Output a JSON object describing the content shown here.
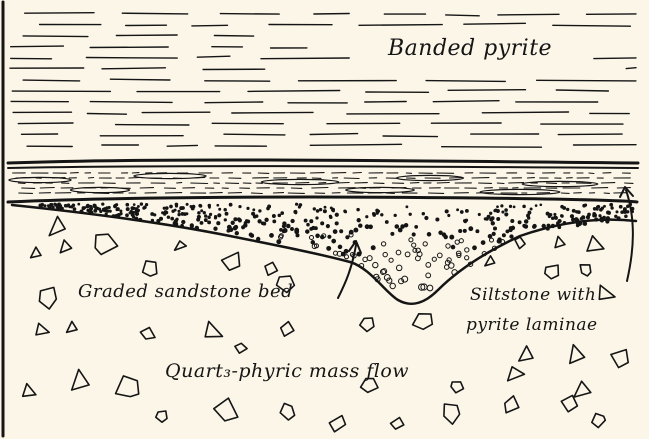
{
  "diagram": {
    "labels": {
      "banded_pyrite": "Banded pyrite",
      "graded_sandstone": "Graded sandstone bed",
      "siltstone_line1": "Siltstone with",
      "siltstone_line2": "pyrite laminae",
      "mass_flow": "Quart₃-phyric mass flow"
    },
    "colors": {
      "paper": "#fbf6e8",
      "ink": "#151515"
    }
  }
}
